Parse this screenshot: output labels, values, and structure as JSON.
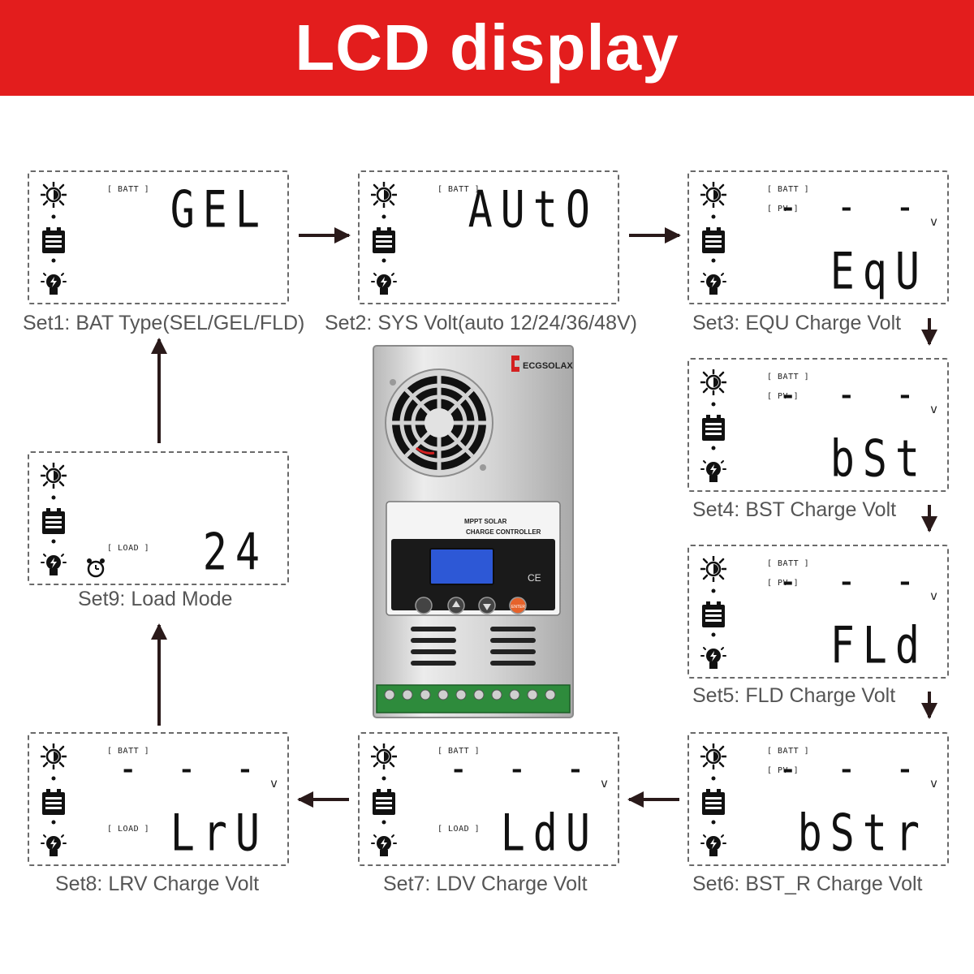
{
  "header": {
    "title": "LCD display"
  },
  "colors": {
    "banner": "#e31d1d",
    "ink": "#111111",
    "caption": "#555555"
  },
  "tags": {
    "batt": "[ BATT ]",
    "pv": "[ PV ]",
    "load": "[ LOAD ]",
    "v": "v"
  },
  "panels": [
    {
      "caption": "Set1: BAT Type(SEL/GEL/FLD)",
      "main": "GEL"
    },
    {
      "caption": "Set2: SYS Volt(auto  12/24/36/48V)",
      "main": "AUtO"
    },
    {
      "caption": "Set3: EQU Charge Volt",
      "top": "- - -",
      "main": "EqU"
    },
    {
      "caption": "Set4: BST Charge Volt",
      "top": "- - -",
      "main": "bSt"
    },
    {
      "caption": "Set5: FLD Charge Volt",
      "top": "- - -",
      "main": "FLd"
    },
    {
      "caption": "Set6: BST_R Charge Volt",
      "top": "- - -",
      "main": "bStr"
    },
    {
      "caption": "Set7: LDV Charge Volt",
      "top": "- - -",
      "main": "LdU"
    },
    {
      "caption": "Set8: LRV Charge Volt",
      "top": "- - -",
      "main": "LrU"
    },
    {
      "caption": "Set9: Load Mode",
      "main": "24"
    }
  ],
  "device": {
    "brand": "ECGSOLAX",
    "label_line1": "MPPT SOLAR",
    "label_line2": "CHARGE CONTROLLER",
    "ce": "CE",
    "enter": "ENTER",
    "icons": [
      "fan-icon",
      "lcd-screen",
      "menu-button",
      "up-button",
      "down-button",
      "enter-button",
      "terminal-block"
    ]
  }
}
